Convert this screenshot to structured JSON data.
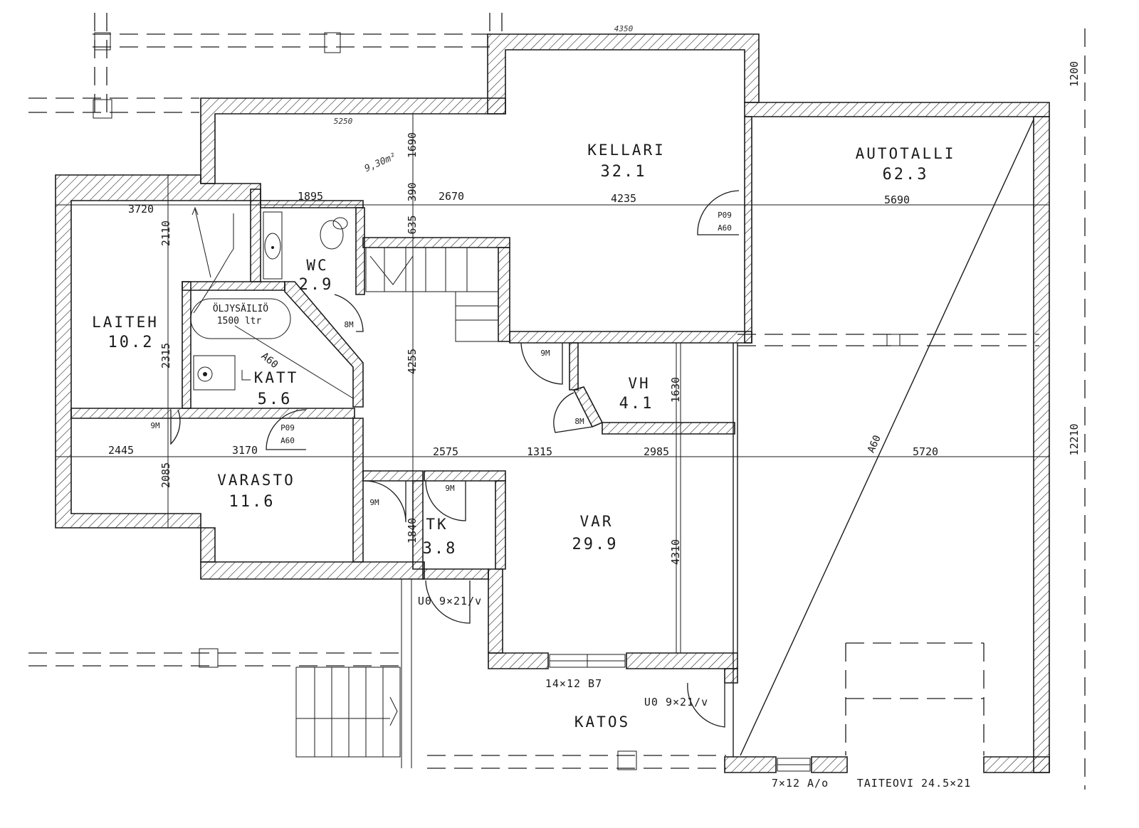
{
  "rooms": {
    "kellari": {
      "name": "KELLARI",
      "area": "32.1"
    },
    "autotalli": {
      "name": "AUTOTALLI",
      "area": "62.3"
    },
    "wc": {
      "name": "WC",
      "area": "2.9"
    },
    "laiteh": {
      "name": "LAITEH",
      "area": "10.2"
    },
    "katt": {
      "name": "KATT",
      "area": "5.6"
    },
    "vh": {
      "name": "VH",
      "area": "4.1"
    },
    "varasto": {
      "name": "VARASTO",
      "area": "11.6"
    },
    "tk": {
      "name": "TK",
      "area": "3.8"
    },
    "var": {
      "name": "VAR",
      "area": "29.9"
    },
    "katos": {
      "name": "KATOS"
    }
  },
  "tank": {
    "line1": "ÖLJYSÄILIÖ",
    "line2": "1500 ltr"
  },
  "doors": {
    "p09_kellari": {
      "code": "P09",
      "rating": "A60"
    },
    "p09_varasto": {
      "code": "P09",
      "rating": "A60"
    },
    "d9m": "9M",
    "d8m": "8M",
    "uo_entry": "U0 9×21/v",
    "uo_katos": "U0 9×21/v"
  },
  "fire_labels": {
    "katt": "A60",
    "garage": "A60"
  },
  "dimensions": {
    "top_4350": "4350",
    "top_5250": "5250",
    "d3720": "3720",
    "d1895": "1895",
    "d2670": "2670",
    "d4235": "4235",
    "d5690": "5690",
    "d2445": "2445",
    "d3170": "3170",
    "d2575": "2575",
    "d1315": "1315",
    "d2985": "2985",
    "d5720": "5720",
    "v1690": "1690",
    "v390": "390",
    "v635": "635",
    "v2110": "2110",
    "v2315": "2315",
    "v4255": "4255",
    "v1630": "1630",
    "v2085": "2085",
    "v1840": "1840",
    "v4310": "4310",
    "v1200": "1200",
    "v12210": "12210"
  },
  "hand_note": "9,30m²",
  "windows": {
    "var": "14×12 B7",
    "garage": "7×12 A/o",
    "garage_door": "TAITEOVI 24.5×21"
  }
}
